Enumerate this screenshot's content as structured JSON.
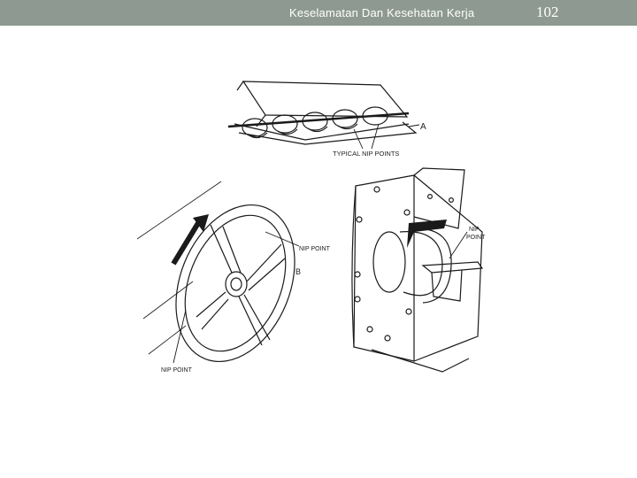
{
  "header": {
    "title": "Keselamatan Dan Kesehatan Kerja",
    "page_number": "102"
  },
  "figure": {
    "labels": {
      "label_a": "A",
      "typical_nip_points": "TYPICAL NIP POINTS",
      "label_b": "B",
      "nip_point_handwheel": "NIP POINT",
      "nip_point_handwheel_bottom": "NIP POINT",
      "nip_point_grinder_1": "NIP",
      "nip_point_grinder_2": "POINT"
    },
    "line_color": "#1a1a1a"
  }
}
